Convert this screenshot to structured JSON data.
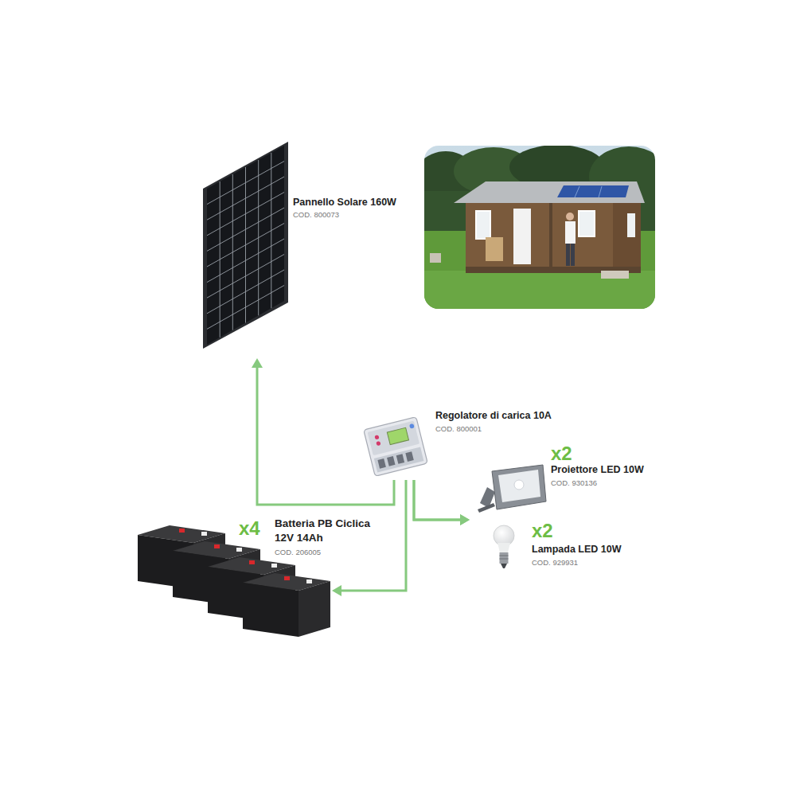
{
  "diagram": {
    "nodes": [
      {
        "text": [
          "Pannello Solare 160W",
          "COD. 800073"
        ]
      },
      {
        "text": [
          "Regolatore di carica 10A",
          "COD. 800001"
        ]
      },
      {
        "text": [
          "x2",
          "Proiettore LED 10W",
          "COD. 930136"
        ]
      },
      {
        "text": [
          "x2",
          "Lampada LED 10W",
          "COD. 929931"
        ]
      },
      {
        "text": [
          "x4",
          "Batteria PB Ciclica 12V 14Ah",
          "COD. 206005"
        ]
      }
    ],
    "edges": [
      {
        "from": 1,
        "to": 0,
        "arrow": "to"
      },
      {
        "from": 1,
        "to": 4,
        "arrow": "to"
      },
      {
        "from": 1,
        "to": 2,
        "arrow": "to"
      },
      {
        "from": 1,
        "to": 3,
        "arrow": "to"
      }
    ]
  }
}
